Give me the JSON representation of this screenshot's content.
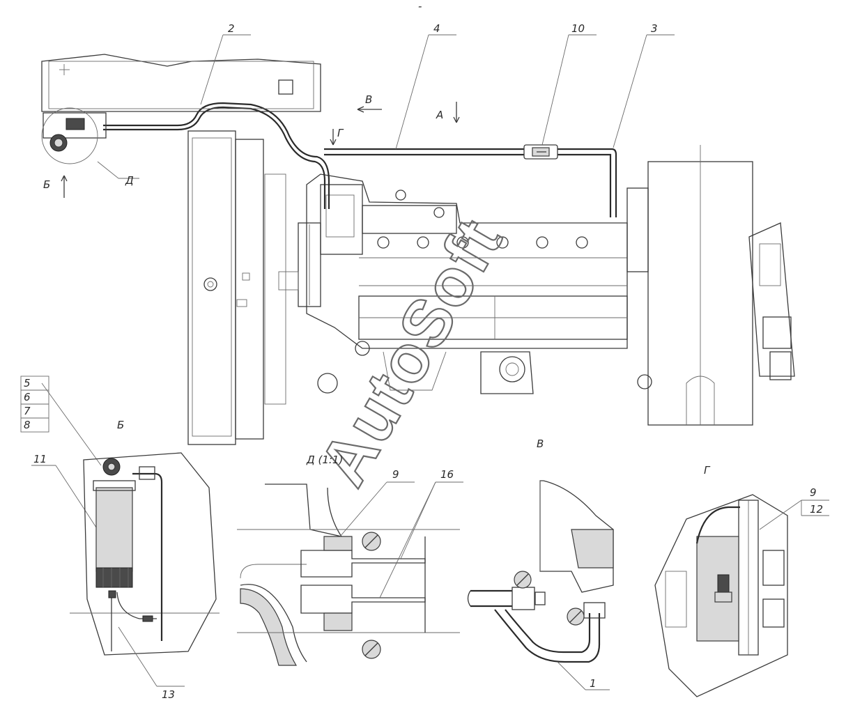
{
  "callouts": {
    "c1": "1",
    "c2": "2",
    "c3": "3",
    "c4": "4",
    "c5": "5",
    "c6": "6",
    "c7": "7",
    "c8": "8",
    "c9a": "9",
    "c9b": "9",
    "c10": "10",
    "c11": "11",
    "c12": "12",
    "c13": "13",
    "c16": "16"
  },
  "view_marks": {
    "a": "А",
    "b": "Б",
    "v": "В",
    "g": "Г",
    "d": "Д"
  },
  "view_titles": {
    "b": "Б",
    "v": "В",
    "g": "Г",
    "d": "Д (1:1)"
  },
  "watermark": "AutoSoft",
  "header_mark": "-"
}
